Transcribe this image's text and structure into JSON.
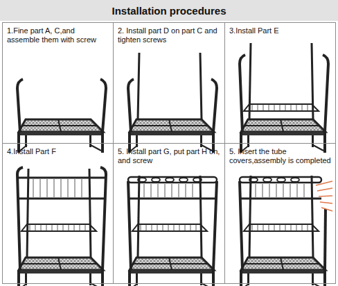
{
  "diagram": {
    "title": "Installation procedures",
    "nodes": [
      {
        "text": [
          "1.Fine part A, C,and assemble them with screw"
        ]
      },
      {
        "text": [
          "2. Install part D on part C and tighten screws"
        ]
      },
      {
        "text": [
          "3.Install Part E"
        ]
      },
      {
        "text": [
          "4.Install Part F"
        ]
      },
      {
        "text": [
          "5. Install part G, put part H on, and screw"
        ]
      },
      {
        "text": [
          "5. Insert the tube covers,assembly is completed"
        ]
      }
    ]
  }
}
